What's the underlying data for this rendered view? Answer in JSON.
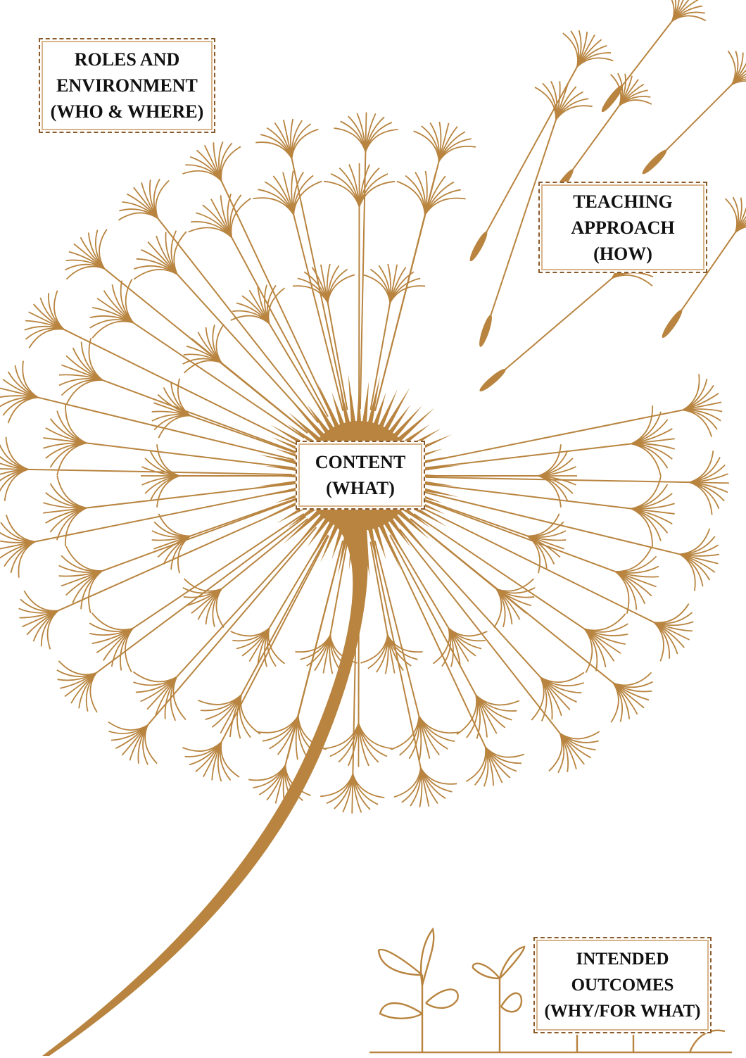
{
  "colors": {
    "stroke": "#b8843f",
    "stem": "#b8843f",
    "box_border": "#8a5a2a",
    "text": "#111111",
    "background": "#ffffff"
  },
  "labels": {
    "roles": [
      "ROLES AND",
      "ENVIRONMENT",
      "(WHO & WHERE)"
    ],
    "teaching": [
      "TEACHING",
      "APPROACH",
      "(HOW)"
    ],
    "content": [
      "CONTENT",
      "(WHAT)"
    ],
    "outcomes": [
      "INTENDED",
      "OUTCOMES",
      "(WHY/FOR WHAT)"
    ]
  },
  "icons": {
    "flower": "dandelion-seedhead-icon",
    "seeds": "dandelion-seed-icon",
    "sprouts": "seedling-icon"
  }
}
